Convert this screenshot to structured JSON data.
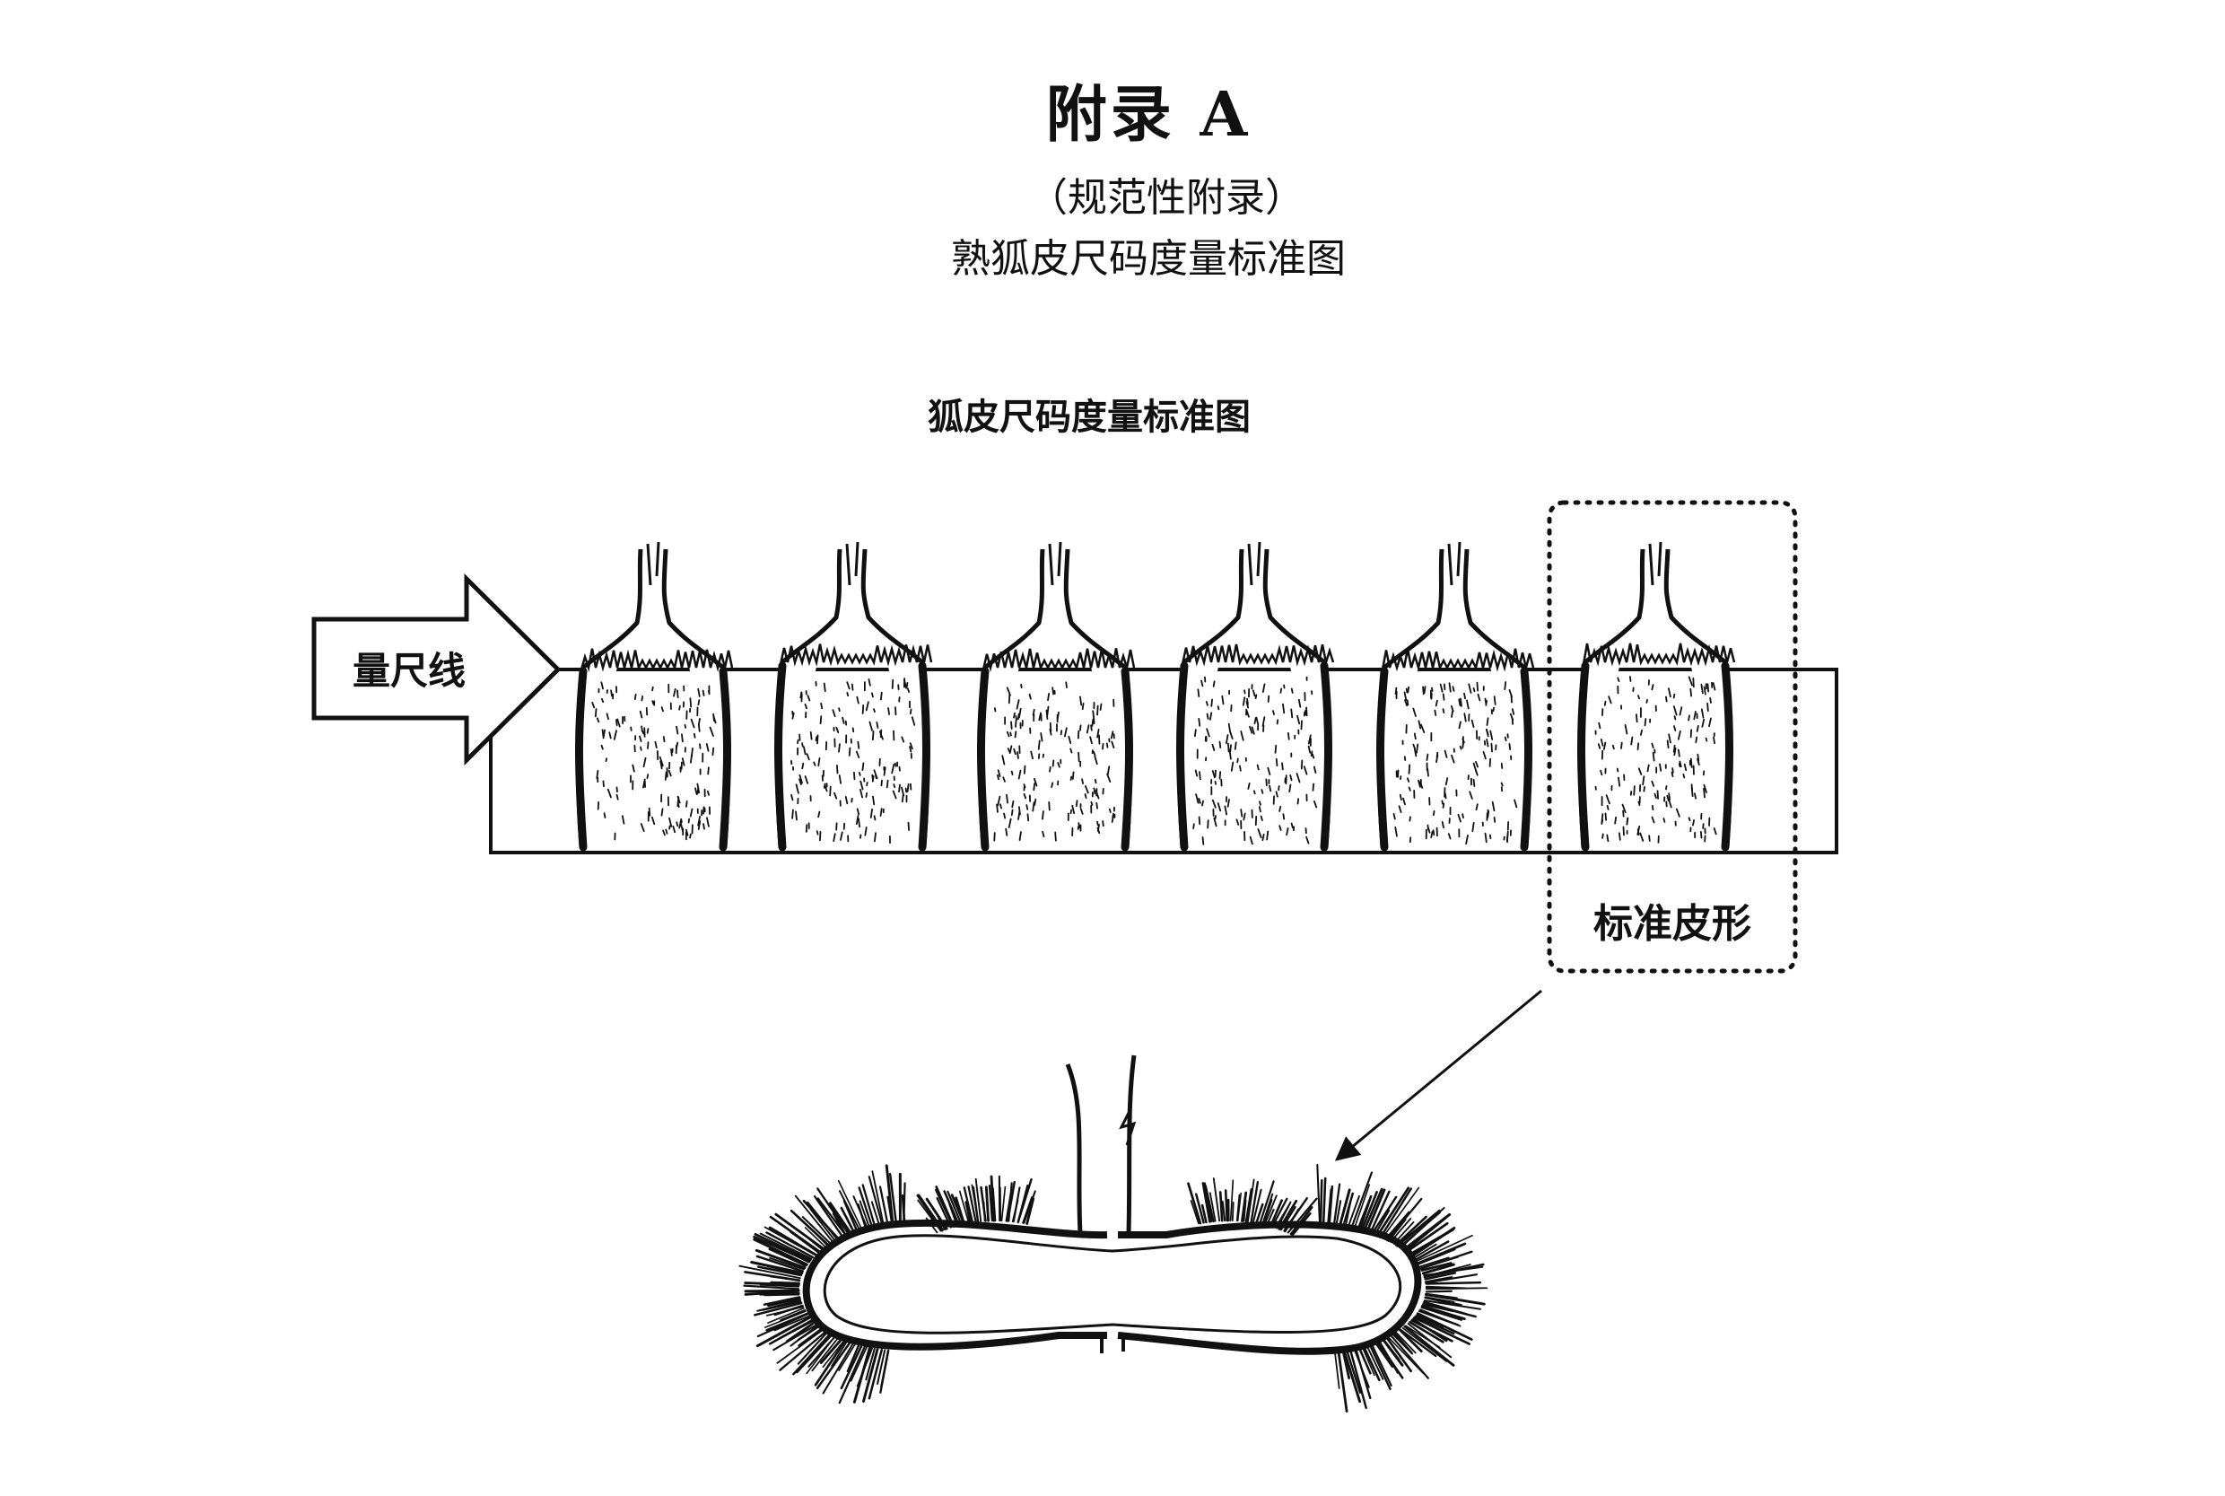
{
  "header": {
    "title": "附录 A",
    "subtitle": "（规范性附录）",
    "caption": "熟狐皮尺码度量标准图"
  },
  "diagram": {
    "title": "狐皮尺码度量标准图",
    "arrow_label": "量尺线",
    "highlight_label": "标准皮形",
    "pelt_count": 6,
    "highlighted_pelt": 6
  },
  "colors": {
    "ink": "#111111",
    "background": "#ffffff"
  }
}
